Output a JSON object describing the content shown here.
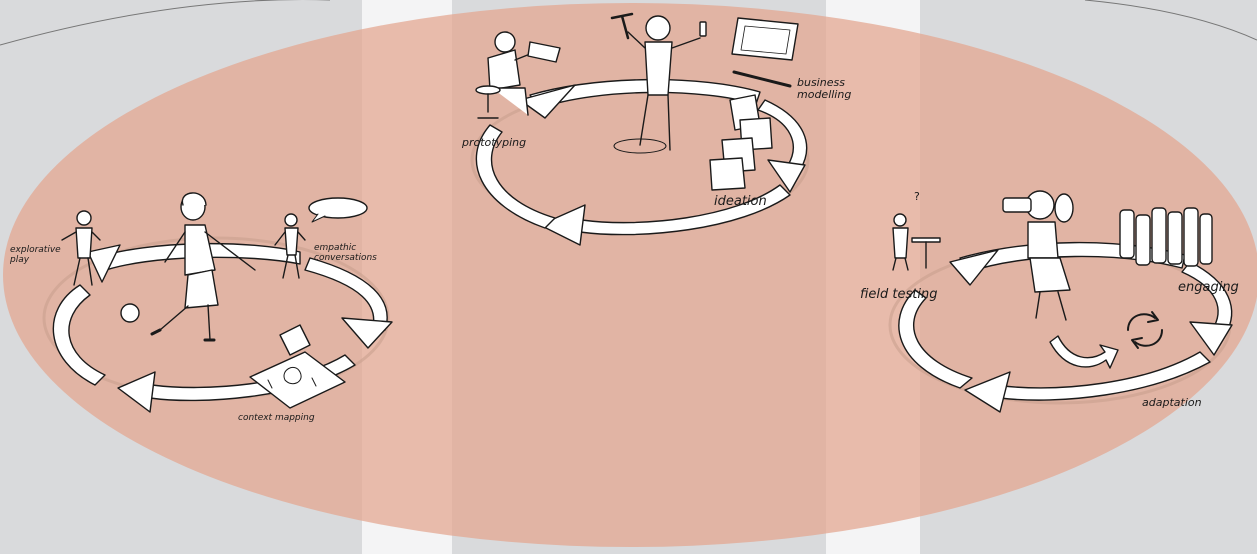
{
  "colors": {
    "background": "#d9dadc",
    "band_light": "#f4f4f5",
    "ellipse_fill": "#e3a58f",
    "ring_fill": "#ffffff",
    "ink": "#1a1a1a"
  },
  "cycles": [
    {
      "id": "left",
      "labels": {
        "explorative_play": "explorative play",
        "empathic_conversations": "empathic conversations",
        "context_mapping": "context mapping"
      }
    },
    {
      "id": "top",
      "labels": {
        "prototyping": "prototyping",
        "business_modelling": "business modelling",
        "ideation": "ideation"
      }
    },
    {
      "id": "right",
      "labels": {
        "field_testing": "field testing",
        "engaging": "engaging",
        "adaptation": "adaptation"
      }
    }
  ],
  "icons": [
    "woman-kicking-ball-icon",
    "person-playing-icon",
    "person-talking-icon",
    "speech-bubble-icon",
    "book-icon",
    "context-map-paper-icon",
    "man-hammer-phone-icon",
    "person-sitting-stool-icon",
    "tablet-icon",
    "pen-icon",
    "idea-cards-icon",
    "woman-binoculars-icon",
    "person-with-question-icon",
    "crowd-icon",
    "recycle-arrows-icon",
    "curved-arrow-icon"
  ]
}
